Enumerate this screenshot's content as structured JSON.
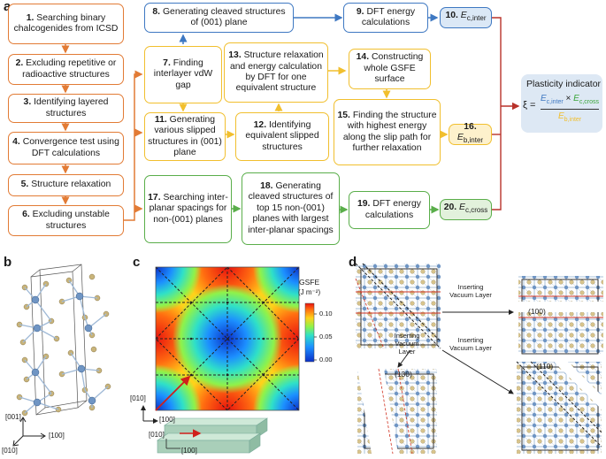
{
  "panels": {
    "a": "a",
    "b": "b",
    "c": "c",
    "d": "d"
  },
  "flow": {
    "s1": {
      "num": "1.",
      "text": "Searching binary chalcogenides from ICSD"
    },
    "s2": {
      "num": "2.",
      "text": "Excluding repetitive or radioactive structures"
    },
    "s3": {
      "num": "3.",
      "text": "Identifying layered structures"
    },
    "s4": {
      "num": "4.",
      "text": "Convergence test using DFT calculations"
    },
    "s5": {
      "num": "5.",
      "text": "Structure  relaxation"
    },
    "s6": {
      "num": "6.",
      "text": "Excluding unstable structures"
    },
    "s7": {
      "num": "7.",
      "text": "Finding interlayer vdW gap"
    },
    "s8": {
      "num": "8.",
      "text": "Generating cleaved structures of (001) plane"
    },
    "s9": {
      "num": "9.",
      "text": "DFT energy calculations"
    },
    "s10": {
      "num": "10.",
      "sym": "E",
      "sub": "c,inter"
    },
    "s11": {
      "num": "11.",
      "text": "Generating various slipped structures in (001) plane"
    },
    "s12": {
      "num": "12.",
      "text": "Identifying equivalent slipped structures"
    },
    "s13": {
      "num": "13.",
      "text": "Structure relaxation and energy calculation by DFT for one equivalent structure"
    },
    "s14": {
      "num": "14.",
      "text": "Constructing whole GSFE surface"
    },
    "s15": {
      "num": "15.",
      "text": "Finding the structure with highest energy along the slip path for further relaxation"
    },
    "s16": {
      "num": "16.",
      "sym": "E",
      "sub": "b,inter"
    },
    "s17": {
      "num": "17.",
      "text": "Searching inter-planar spacings for non-(001) planes"
    },
    "s18": {
      "num": "18.",
      "text": "Generating cleaved structures of top 15 non-(001) planes with largest inter-planar spacings"
    },
    "s19": {
      "num": "19.",
      "text": "DFT energy calculations"
    },
    "s20": {
      "num": "20.",
      "sym": "E",
      "sub": "c,cross"
    }
  },
  "plasticity": {
    "title": "Plasticity indicator",
    "xi": "ξ =",
    "num_a_sym": "E",
    "num_a_sub": "c,inter",
    "times": "×",
    "num_b_sym": "E",
    "num_b_sub": "c,cross",
    "den_sym": "E",
    "den_sub": "b,inter",
    "color_blue": "#3e78c2",
    "color_green": "#3aa53a",
    "color_yellow": "#f1bf2e"
  },
  "panel_b": {
    "axis_001": "[001]",
    "axis_100": "[100]",
    "axis_010": "[010]"
  },
  "panel_c": {
    "colorbar_title": "GSFE",
    "colorbar_unit": "(J m⁻²)",
    "ticks": [
      "0.10",
      "0.05",
      "0.00"
    ],
    "axis_010": "[010]",
    "axis_100": "[100]",
    "axis2_010": "[010]",
    "axis2_100": "[100]"
  },
  "panel_d": {
    "label1": "Inserting Vacuum Layer",
    "label_100": "(100)",
    "label2": "Inserting Vacuum Layer",
    "label3": "Inserting Vacuum Layer",
    "label_130": "(130)",
    "label_110": "(110)"
  }
}
